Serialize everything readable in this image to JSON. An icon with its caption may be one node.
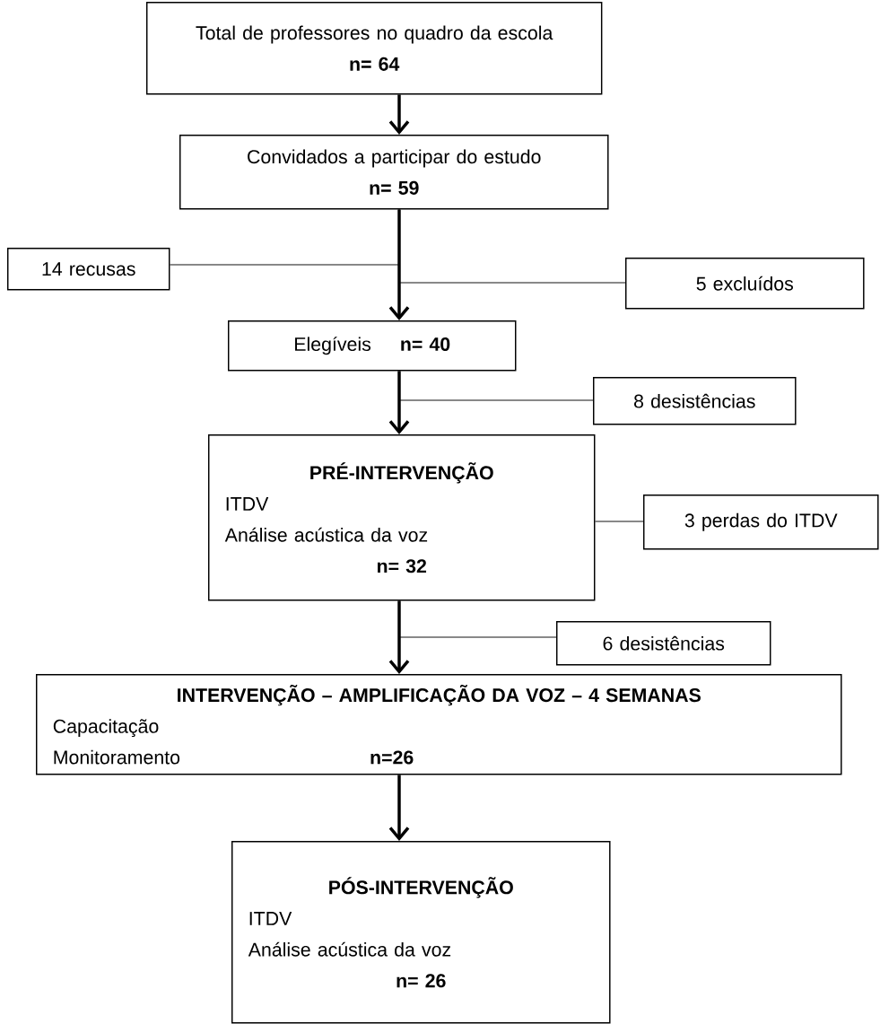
{
  "diagram": {
    "nodes": [
      {
        "text": [
          "Total de professores no quadro da escola",
          "n= 64"
        ]
      },
      {
        "text": [
          "Convidados a participar do estudo",
          "n= 59"
        ]
      },
      {
        "text": [
          "14 recusas"
        ]
      },
      {
        "text": [
          "5 excluídos"
        ]
      },
      {
        "text": [
          "Elegíveis",
          "n= 40"
        ]
      },
      {
        "text": [
          "8  desistências"
        ]
      },
      {
        "text": [
          "PRÉ-INTERVENÇÃO",
          "ITDV",
          "Análise acústica da voz",
          "n= 32"
        ]
      },
      {
        "text": [
          "3 perdas do ITDV"
        ]
      },
      {
        "text": [
          "6 desistências"
        ]
      },
      {
        "text": [
          "INTERVENÇÃO – AMPLIFICAÇÃO DA VOZ – 4 SEMANAS",
          "Capacitação",
          "Monitoramento",
          "n=26"
        ]
      },
      {
        "text": [
          "PÓS-INTERVENÇÃO",
          "ITDV",
          "Análise acústica da voz",
          "n= 26"
        ]
      }
    ],
    "edges": [
      {
        "from": 0,
        "to": 1,
        "arrow": "to",
        "style": "thick"
      },
      {
        "from": 1,
        "to": 4,
        "arrow": "to",
        "style": "thick"
      },
      {
        "from": 1,
        "to": 2,
        "arrow": "none"
      },
      {
        "from": 1,
        "to": 3,
        "arrow": "none"
      },
      {
        "from": 4,
        "to": 6,
        "arrow": "to",
        "style": "thick"
      },
      {
        "from": 4,
        "to": 5,
        "arrow": "none"
      },
      {
        "from": 6,
        "to": 9,
        "arrow": "to",
        "style": "thick"
      },
      {
        "from": 6,
        "to": 7,
        "arrow": "none"
      },
      {
        "from": 6,
        "to": 8,
        "arrow": "none"
      },
      {
        "from": 9,
        "to": 10,
        "arrow": "to",
        "style": "thick"
      }
    ]
  }
}
